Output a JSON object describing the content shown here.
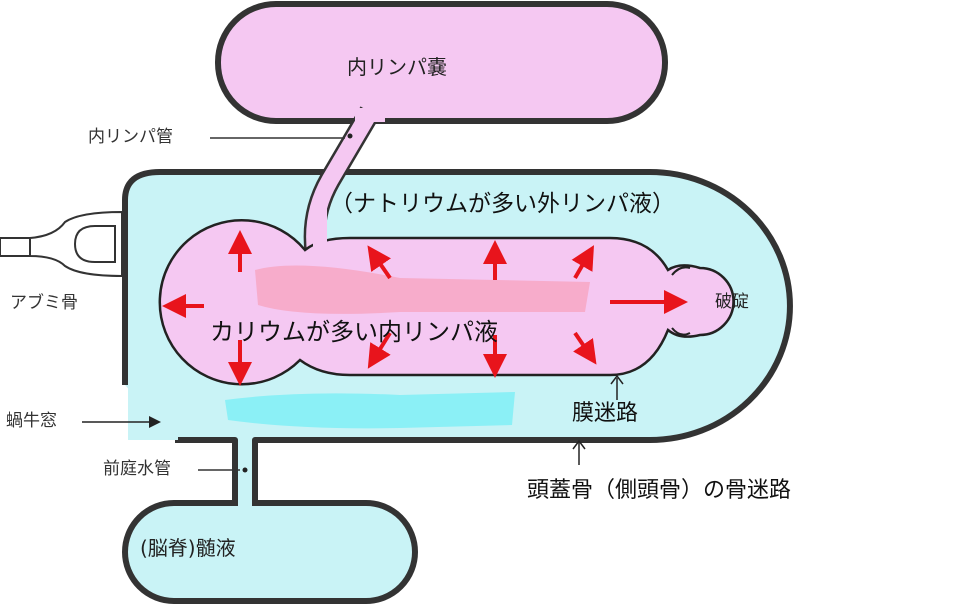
{
  "labels": {
    "endolymphatic_sac": "内リンパ嚢",
    "endolymphatic_duct": "内リンパ管",
    "perilymph": "（ナトリウムが多い外リンパ液）",
    "endolymph": "カリウムが多い内リンパ液",
    "rupture": "破碇",
    "membranous_labyrinth": "膜迷路",
    "bony_labyrinth": "頭蓋骨（側頭骨）の骨迷路",
    "stapes": "アブミ骨",
    "cochlear_window": "蝸牛窓",
    "vestibular_aqueduct": "前庭水管",
    "csf": "(脳脊)髄液"
  },
  "colors": {
    "endolymph_fill": "#f5c8f2",
    "perilymph_fill": "#c9f3f6",
    "potassium_band": "#f7a9c6",
    "sodium_band": "#84f0f6",
    "arrow": "#e8141c",
    "outline": "#333333"
  }
}
